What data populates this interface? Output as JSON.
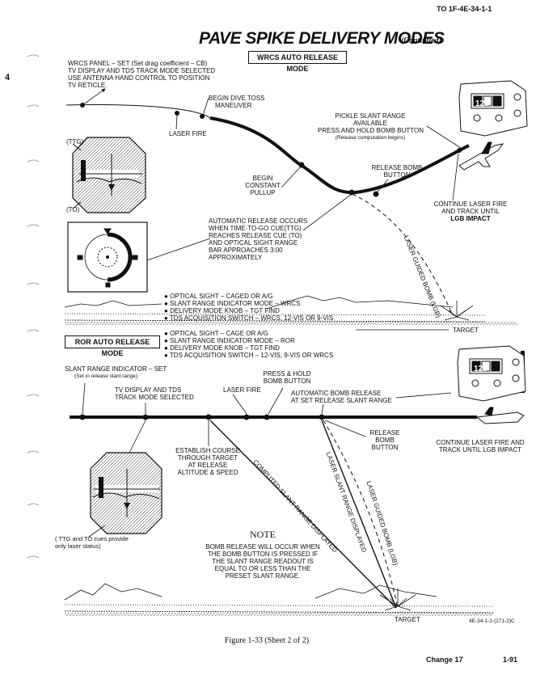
{
  "header": {
    "doc_id": "TO 1F-4E-34-1-1",
    "page_marker": "4"
  },
  "title": {
    "main": "PAVE SPIKE DELIVERY MODES",
    "continued": "(Continued)"
  },
  "wrcs": {
    "mode_box": "WRCS AUTO RELEASE MODE",
    "panel_set": [
      "WRCS PANEL – SET (Set drag coefficient – CB)",
      "TV DISPLAY AND TDS TRACK MODE SELECTED",
      "USE ANTENNA HAND CONTROL TO POSITION",
      "TV RETICLE."
    ],
    "begin_dive_toss": [
      "BEGIN DIVE TOSS",
      "MANEUVER"
    ],
    "laser_fire": "LASER FIRE",
    "pickle": [
      "PICKLE SLANT RANGE",
      "AVAILABLE",
      "PRESS AND HOLD BOMB BUTTON",
      "(Release computation begins)"
    ],
    "release_bomb_button": [
      "RELEASE BOMB",
      "BUTTON"
    ],
    "begin_pullup": [
      "BEGIN",
      "CONSTANT",
      "PULLUP"
    ],
    "continue_laser": [
      "CONTINUE LASER FIRE",
      "AND TRACK UNTIL",
      "LGB IMPACT"
    ],
    "auto_release": [
      "AUTOMATIC RELEASE OCCURS",
      "WHEN TIME-TO-GO CUE(TTG)",
      "REACHES RELEASE CUE (TO)",
      "AND OPTICAL SIGHT RANGE",
      "BAR APPROACHES 3:00",
      "APPROXIMATELY"
    ],
    "lgb_path": "LASER GUIDED BOMB (LGB)",
    "ttg": "(TTG)",
    "to": "(TO)",
    "bullets": [
      "OPTICAL SIGHT – CAGED OR A/G",
      "SLANT RANGE INDICATOR MODE – WRCS",
      "DELIVERY MODE KNOB – TGT FIND",
      "TDS ACQUISITION SWITCH – WRCS, 12-VIS OR 9-VIS"
    ],
    "target": "TARGET"
  },
  "ror": {
    "mode_box": "ROR AUTO RELEASE MODE",
    "bullets": [
      "OPTICAL SIGHT – CAGE OR A/G",
      "SLANT RANGE INDICATOR MODE – ROR",
      "DELIVERY MODE KNOB – TGT FIND",
      "TDS ACQUISITION SWITCH – 12-VIS, 9-VIS OR WRCS"
    ],
    "slant_set": [
      "SLANT RANGE INDICATOR – SET",
      "(Set in release slant range)"
    ],
    "tv_display": [
      "TV DISPLAY AND TDS",
      "TRACK MODE SELECTED"
    ],
    "laser_fire": "LASER FIRE",
    "press_hold": [
      "PRESS & HOLD",
      "BOMB BUTTON"
    ],
    "auto_bomb_release": [
      "AUTOMATIC BOMB RELEASE",
      "AT SET RELEASE SLANT RANGE"
    ],
    "release_bomb_button": [
      "RELEASE",
      "BOMB",
      "BUTTON"
    ],
    "continue_laser": [
      "CONTINUE LASER FIRE AND",
      "TRACK UNTIL LGB IMPACT"
    ],
    "establish": [
      "ESTABLISH COURSE",
      "THROUGH TARGET",
      "AT RELEASE",
      "ALTITUDE & SPEED"
    ],
    "computed_slant": "COMPUTED SLANT RANGE DISPLAYED",
    "laser_slant": "LASER SLANT RANGE DISPLAYED",
    "lgb_path": "LASER GUIDED BOMB (LGB)",
    "cue_note": [
      "( TTG and TO cues provide",
      "only laser status)"
    ],
    "note_title": "NOTE",
    "note_body": [
      "BOMB RELEASE WILL OCCUR WHEN",
      "THE BOMB BUTTON IS PRESSED IF",
      "THE SLANT RANGE READOUT IS",
      "EQUAL TO OR LESS THAN THE",
      "PRESET SLANT RANGE."
    ],
    "target": "TARGET",
    "fig_code": "4E-34-1-1-(271-2)C"
  },
  "indicator_readout": "123",
  "caption": "Figure 1-33 (Sheet 2 of 2)",
  "footer": {
    "change": "Change 17",
    "page": "1-91"
  }
}
